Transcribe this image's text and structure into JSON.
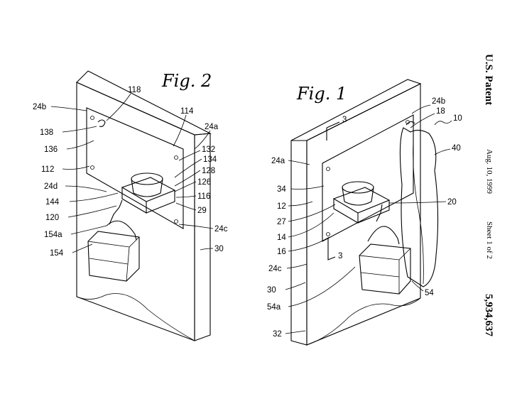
{
  "figures": {
    "fig2": {
      "title": "Fig. 2"
    },
    "fig1": {
      "title": "Fig. 1"
    }
  },
  "fig2_labels": [
    "24b",
    "118",
    "114",
    "24a",
    "138",
    "136",
    "132",
    "134",
    "112",
    "128",
    "24d",
    "126",
    "144",
    "116",
    "120",
    "29",
    "24c",
    "154a",
    "154",
    "30"
  ],
  "fig1_labels": [
    "3",
    "24b",
    "18",
    "10",
    "40",
    "24a",
    "34",
    "12",
    "20",
    "27",
    "14",
    "16",
    "3",
    "24c",
    "30",
    "54",
    "54a",
    "32"
  ],
  "header": {
    "patent": "U.S. Patent",
    "date": "Aug. 10, 1999",
    "sheet": "Sheet 1 of 2",
    "number": "5,934,637"
  }
}
